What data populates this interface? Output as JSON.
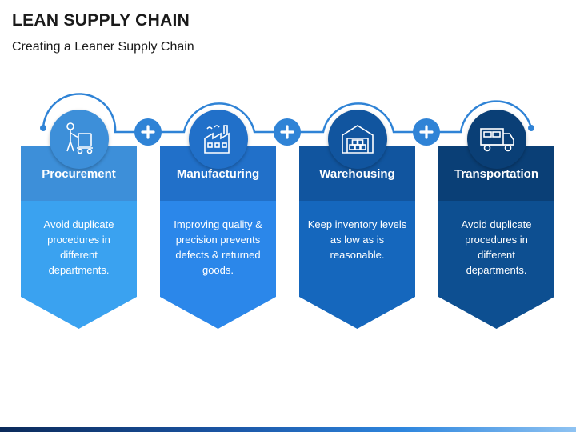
{
  "title": "LEAN SUPPLY CHAIN",
  "subtitle": "Creating a Leaner Supply Chain",
  "steps": [
    {
      "label": "Procurement",
      "text": "Avoid duplicate procedures in different departments.",
      "icon": "worker-with-cart-icon",
      "head_color": "#3d8fd9",
      "body_color": "#3aa2f0"
    },
    {
      "label": "Manufacturing",
      "text": "Improving quality & precision prevents defects & returned goods.",
      "icon": "factory-icon",
      "head_color": "#2170c9",
      "body_color": "#2b87ea"
    },
    {
      "label": "Warehousing",
      "text": "Keep inventory levels as low as is reasonable.",
      "icon": "warehouse-icon",
      "head_color": "#11559f",
      "body_color": "#1567bd"
    },
    {
      "label": "Transportation",
      "text": "Avoid duplicate procedures in different departments.",
      "icon": "delivery-truck-icon",
      "head_color": "#0a3f76",
      "body_color": "#0d4f91"
    }
  ],
  "plus_color": "#2f83d6",
  "line_color": "#2f83d6"
}
